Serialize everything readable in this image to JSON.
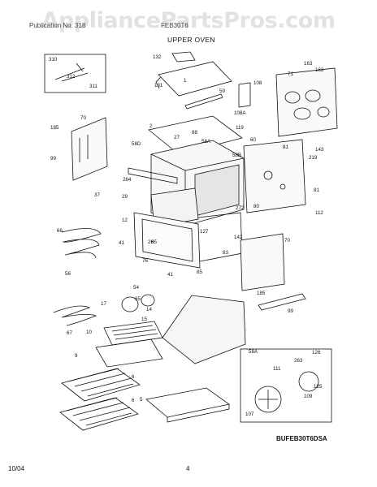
{
  "watermark": "AppliancePartsPros.com",
  "header": {
    "left": "Publication No. 318",
    "right": "FEB30T6"
  },
  "title": "UPPER OVEN",
  "model_code": "BUFEB30T6DSA",
  "footer": {
    "date": "10/04",
    "page": "4"
  },
  "part_labels": [
    "310",
    "312",
    "311",
    "132",
    "131",
    "1",
    "163",
    "163",
    "71",
    "108",
    "59",
    "108A",
    "119",
    "60",
    "185",
    "70",
    "99",
    "2",
    "58D",
    "58A",
    "27",
    "88",
    "81",
    "143",
    "219",
    "58B",
    "264",
    "81",
    "112",
    "37",
    "29",
    "12",
    "80",
    "272",
    "66",
    "56",
    "26",
    "127",
    "142",
    "41",
    "85",
    "76",
    "41",
    "85",
    "83",
    "70",
    "185",
    "99",
    "54",
    "17",
    "65",
    "14",
    "15",
    "67",
    "10",
    "9",
    "58A",
    "6",
    "6",
    "5",
    "126",
    "263",
    "111",
    "125",
    "109",
    "107"
  ]
}
